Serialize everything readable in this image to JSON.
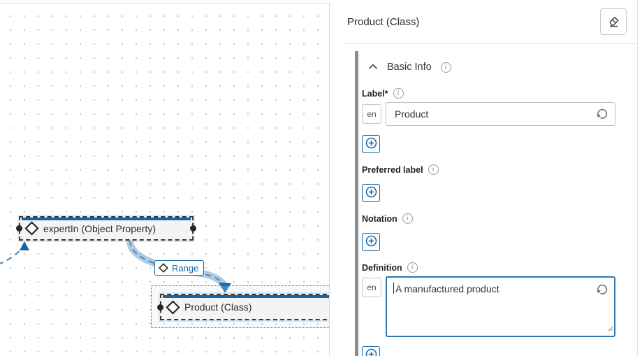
{
  "canvas": {
    "nodes": [
      {
        "id": "expertIn",
        "label": "expertIn (Object Property)"
      },
      {
        "id": "product",
        "label": "Product (Class)"
      }
    ],
    "edge_label": "Range"
  },
  "panel": {
    "title": "Product (Class)",
    "section_title": "Basic Info",
    "fields": [
      {
        "label": "Label*",
        "lang": "en",
        "value": "Product"
      },
      {
        "label": "Preferred label"
      },
      {
        "label": "Notation"
      },
      {
        "label": "Definition",
        "lang": "en",
        "value": "A manufactured product"
      }
    ],
    "info_glyph": "i"
  },
  "icons": {
    "eraser": "eraser-icon",
    "collapse": "chevron-up-icon",
    "info": "info-circle-icon",
    "undo": "undo-circular-arrow-icon",
    "add": "plus-circle-icon",
    "diamond": "diamond-outline-icon",
    "connection_handle": "black-dot-handle",
    "resize": "textarea-resize-grip"
  },
  "colors": {
    "accent_blue": "#1565a3",
    "focus_blue": "#2e76ae",
    "edge_band": "#aecbe2",
    "edge_dash": "#4d86b8",
    "section_bar_gray": "#8c8c8c",
    "node_fill": "#f4f4f4",
    "canvas_dot": "#c9c9c9"
  }
}
